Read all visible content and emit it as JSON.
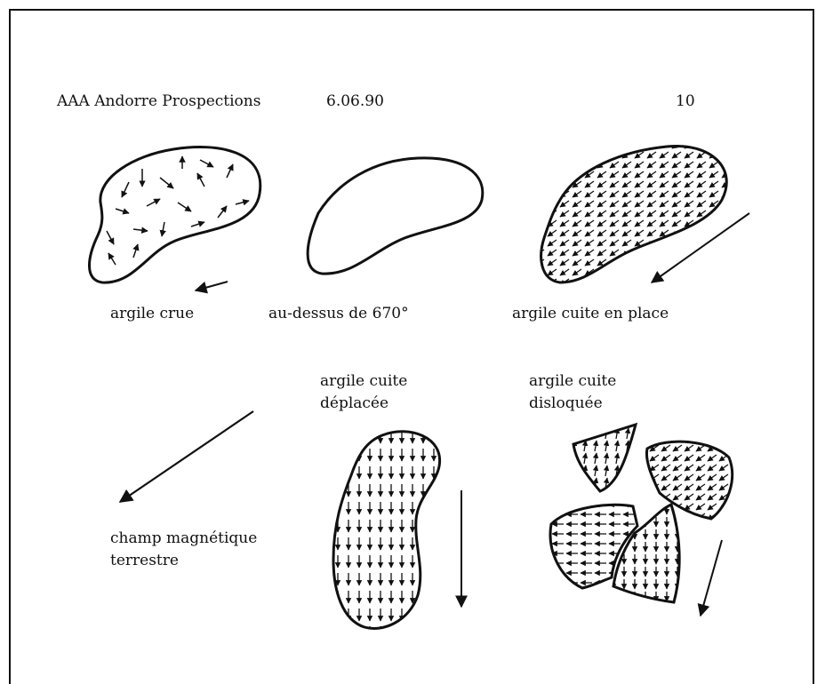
{
  "header": {
    "org": "AAA Andorre Prospections",
    "date": "6.06.90",
    "page_number": "10"
  },
  "panels": {
    "raw_clay": "argile crue",
    "above_temp": "au-dessus de 670°",
    "fired_in_place": "argile cuite en place",
    "earth_field_line1": "champ magnétique",
    "earth_field_line2": "terrestre",
    "fired_moved_line1": "argile cuite",
    "fired_moved_line2": "déplacée",
    "fired_broken_line1": "argile cuite",
    "fired_broken_line2": "disloquée"
  }
}
